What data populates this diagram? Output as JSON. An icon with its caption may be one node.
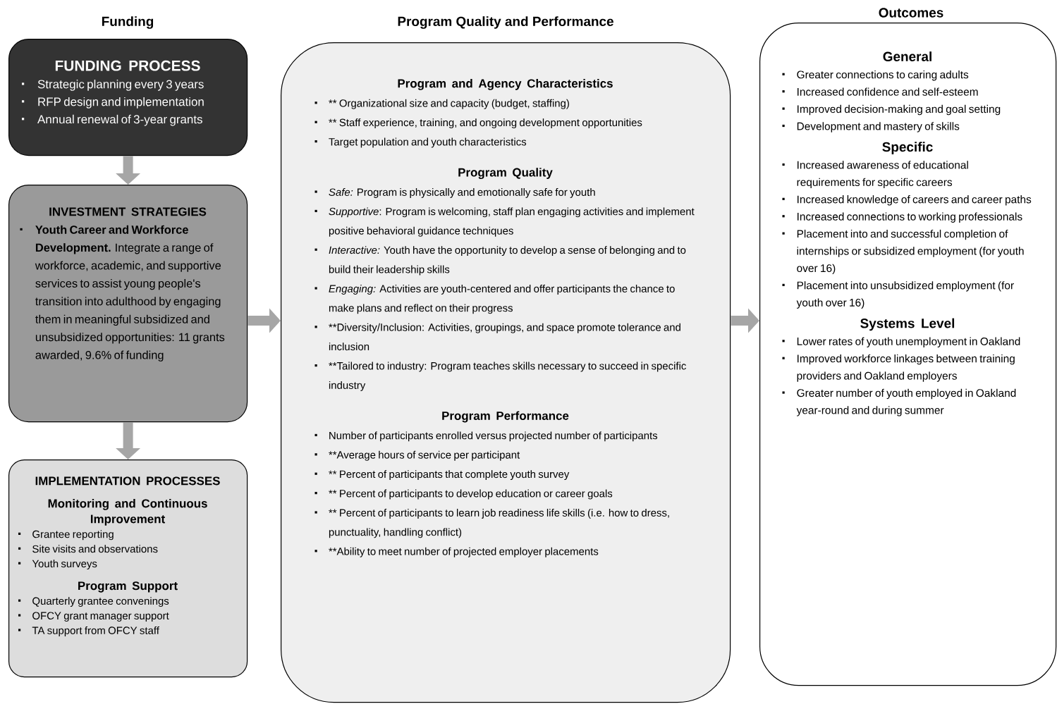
{
  "diagram": {
    "nodes": [
      {
        "text": [
          "FUNDING PROCESS",
          "Strategic planning every 3 years",
          "RFP design and implementation",
          "Annual renewal of 3-year grants"
        ]
      },
      {
        "text": [
          "INVESTMENT STRATEGIES",
          "**Youth Career and Workforce Development.** Integrate a range of workforce, academic, and supportive services to assist young people's transition into adulthood by engaging them in meaningful subsidized and unsubsidized opportunities: 11 grants awarded, 9.6% of funding"
        ]
      },
      {
        "text": [
          "IMPLEMENTATION PROCESSES",
          "Monitoring and Continuous Improvement",
          "Grantee reporting",
          "Site visits and observations",
          "Youth surveys",
          "Program Support",
          "Quarterly grantee convenings",
          "OFCY grant manager support",
          "TA support from OFCY staff"
        ]
      },
      {
        "beside": [
          "Program Quality and Performance"
        ],
        "text": [
          "Program and Agency Characteristics",
          "** Organizational size and capacity (budget, staffing)",
          "** Staff experience, training, and ongoing development opportunities",
          "Target population and youth characteristics",
          "Program Quality",
          "*Safe:* Program is physically and emotionally safe for youth",
          "*Supportive*: Program is welcoming, staff plan engaging activities and implement positive behavioral guidance techniques",
          "*Interactive:* Youth have the opportunity to develop a sense of belonging and to build their leadership skills",
          "*Engaging:* Activities are youth-centered and offer participants the chance to make plans and reflect on their progress",
          "**Diversity/Inclusion: Activities, groupings, and space promote tolerance and inclusion",
          "**Tailored to industry: Program teaches skills necessary to succeed in specific industry",
          "Program Performance",
          "Number of participants enrolled versus projected number of participants",
          "**Average hours of service per participant",
          "** Percent of participants that complete youth survey",
          "** Percent of participants to develop education or career goals",
          "** Percent of participants to learn job readiness life skills (i.e. how to dress, punctuality, handling conflict)",
          "**Ability to meet number of projected employer placements"
        ]
      },
      {
        "beside": [
          "Outcomes"
        ],
        "text": [
          "General",
          "Greater connections to caring adults",
          "Increased confidence and self-esteem",
          "Improved decision-making and goal setting",
          "Development and mastery of skills",
          "Specific",
          "Increased awareness of educational requirements for specific careers",
          "Increased knowledge of careers and career paths",
          "Increased connections to working professionals",
          "Placement into and successful completion of internships or subsidized employment (for youth over 16)",
          "Placement into unsubsidized employment (for youth over 16)",
          "Systems Level",
          "Lower rates of youth unemployment in Oakland",
          "Improved workforce linkages between training providers and Oakland employers",
          "Greater number of youth employed in Oakland year-round and during summer"
        ]
      }
    ],
    "edges": [
      {
        "from": 0,
        "to": 1,
        "arrow": "to"
      },
      {
        "from": 1,
        "to": 2,
        "arrow": "to"
      },
      {
        "from": 1,
        "to": 3,
        "arrow": "to"
      },
      {
        "from": 3,
        "to": 4,
        "arrow": "to"
      }
    ],
    "labels": [
      "Funding"
    ]
  }
}
